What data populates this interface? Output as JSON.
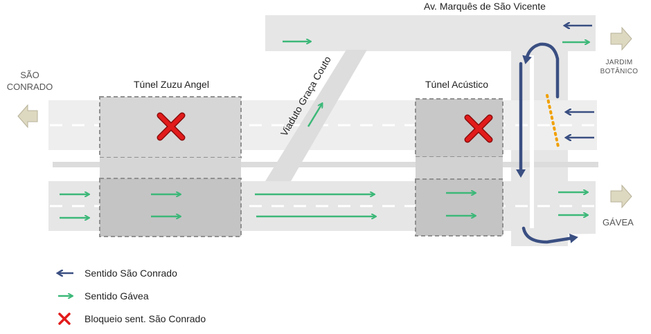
{
  "labels": {
    "avenue": "Av. Marquês de São Vicente",
    "sao_conrado": "SÃO CONRADO",
    "jardim_botanico": "JARDIM BOTÂNICO",
    "gavea": "GÁVEA",
    "tunnel_zuzu": "Túnel Zuzu Angel",
    "tunnel_acustico": "Túnel Acústico",
    "viaduct": "Viaduto Graça Couto"
  },
  "legend": [
    {
      "icon": "blue-arrow-left-icon",
      "text": "Sentido São Conrado"
    },
    {
      "icon": "green-arrow-right-icon",
      "text": "Sentido Gávea"
    },
    {
      "icon": "red-x-icon",
      "text": "Bloqueio sent. São Conrado"
    }
  ],
  "colors": {
    "road": "#e6e6e6",
    "tunnel": "#c4c4c4",
    "sentido_sao_conrado": "#3a4f82",
    "sentido_gavea": "#3cb878",
    "bloqueio": "#e21b1b",
    "detour_marker": "#f0a000",
    "exit_arrow": "#ddd8c0"
  }
}
